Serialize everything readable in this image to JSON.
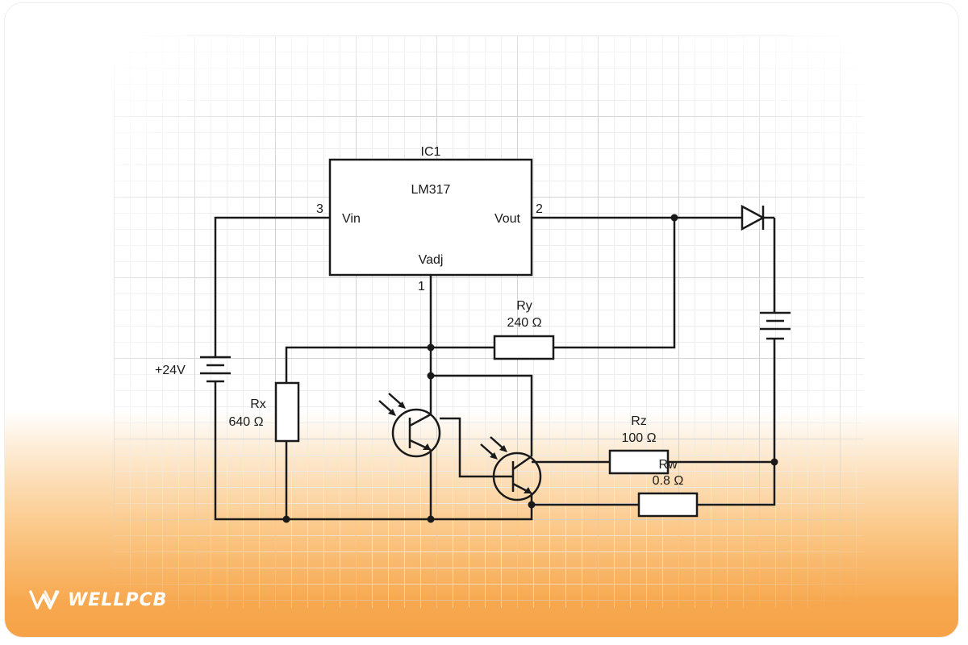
{
  "labels": {
    "ic_name": "IC1",
    "ic_part": "LM317",
    "pin_vin": "Vin",
    "pin_vout": "Vout",
    "pin_vadj": "Vadj",
    "pin3": "3",
    "pin2": "2",
    "pin1": "1",
    "supply": "+24V",
    "rx_name": "Rx",
    "rx_value": "640 Ω",
    "ry_name": "Ry",
    "ry_value": "240 Ω",
    "rz_name": "Rz",
    "rz_value": "100 Ω",
    "rw_name": "Rw",
    "rw_value": "0.8 Ω"
  },
  "logo": {
    "text": "WELLPCB"
  },
  "colors": {
    "wire": "#1a1a1a",
    "gradient_bottom": "#f6a247",
    "logo": "#ffffff"
  }
}
